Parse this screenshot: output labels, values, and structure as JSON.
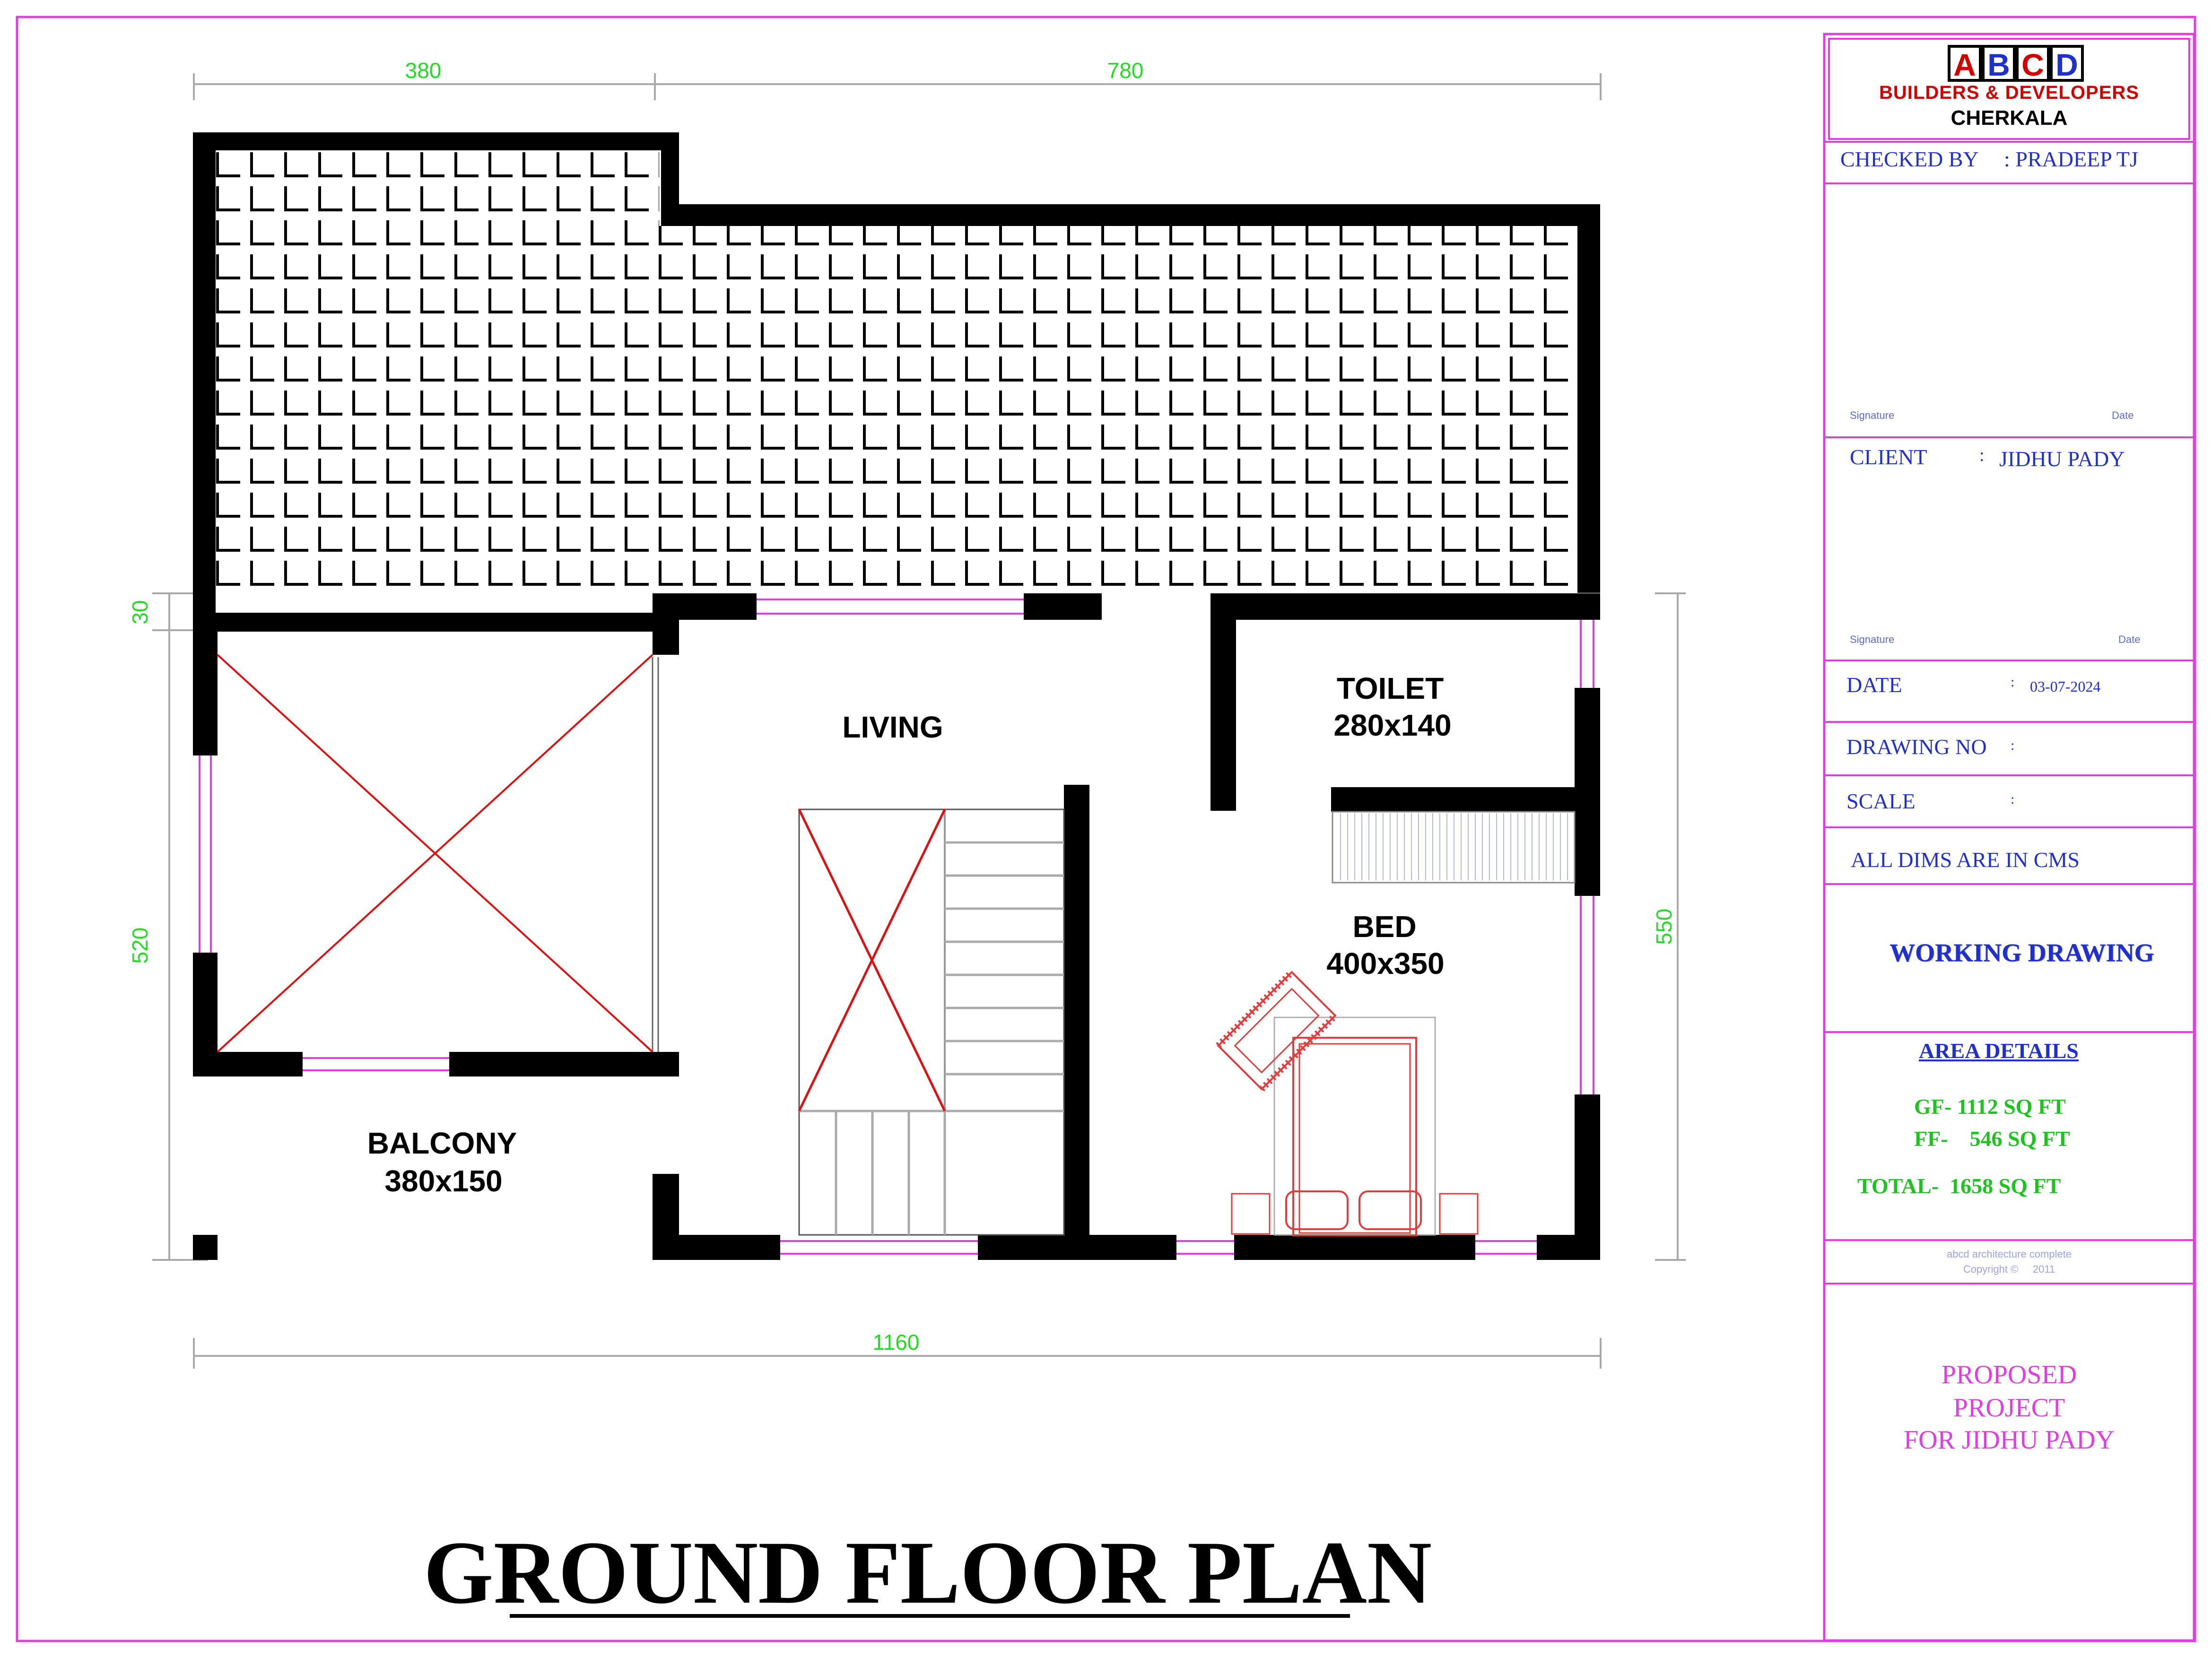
{
  "dimensions": {
    "top_left": "380",
    "top_right": "780",
    "left_upper": "30",
    "left_lower": "520",
    "right": "550",
    "bottom": "1160"
  },
  "rooms": {
    "living": "LIVING",
    "toilet_name": "TOILET",
    "toilet_size": "280x140",
    "bed_name": "BED",
    "bed_size": "400x350",
    "balcony_name": "BALCONY",
    "balcony_size": "380x150"
  },
  "plan_title": "GROUND FLOOR PLAN",
  "title_block": {
    "logo_letters": [
      "A",
      "B",
      "C",
      "D"
    ],
    "logo_letter_colors": [
      "#d40000",
      "#1f2fd0",
      "#d40000",
      "#1f2fd0"
    ],
    "company_line1": "BUILDERS & DEVELOPERS",
    "company_line2": "CHERKALA",
    "checked_by_label": "CHECKED BY",
    "checked_by_value": ": PRADEEP TJ",
    "signature_label": "Signature",
    "date_small_label": "Date",
    "client_label": "CLIENT",
    "client_colon": ":",
    "client_value": "JIDHU PADY",
    "date_label": "DATE",
    "date_colon": ":",
    "date_value": "03-07-2024",
    "drawing_no_label": "DRAWING NO",
    "drawing_no_colon": ":",
    "scale_label": "SCALE",
    "scale_colon": ":",
    "dims_note": "ALL DIMS ARE IN CMS",
    "working_drawing": "WORKING  DRAWING",
    "area_details_title": "AREA DETAILS",
    "area_gf": "GF- 1112 SQ FT",
    "area_ff": "FF-    546 SQ FT",
    "area_total": "TOTAL-  1658 SQ FT",
    "copyright_line1": "abcd architecture complete",
    "copyright_line2": "Copyright ©     2011",
    "project_line1": "PROPOSED",
    "project_line2": "PROJECT",
    "project_line3": "FOR JIDHU PADY"
  },
  "colors": {
    "border": "#e23ce2",
    "wall": "#000000",
    "dimension_text": "#22dd22",
    "title_block_text": "#1f2fd0",
    "area_text": "#1fc31f",
    "project_text": "#e23ce2",
    "cross": "#e01010",
    "window": "#e23ce2"
  }
}
